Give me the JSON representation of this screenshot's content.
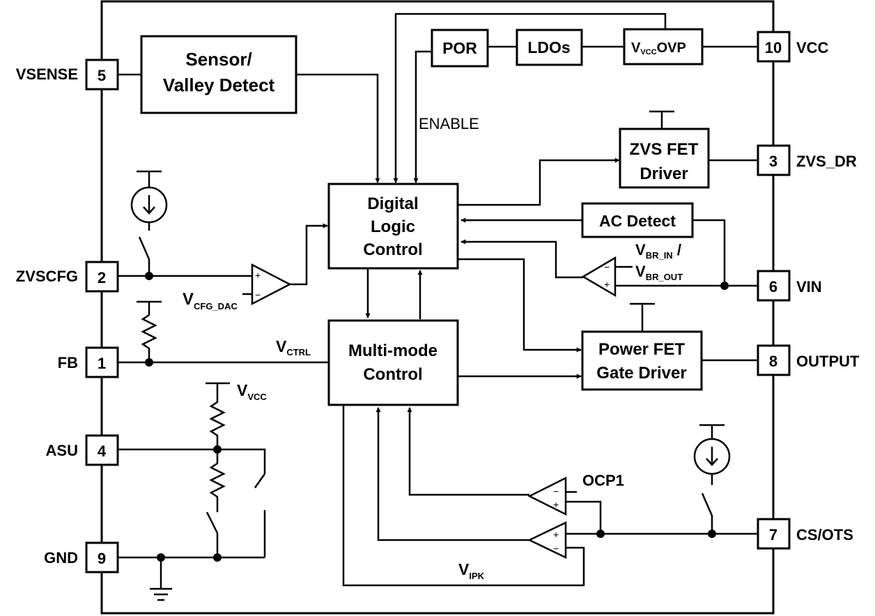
{
  "blocks": {
    "sensor": [
      "Sensor/",
      "Valley Detect"
    ],
    "por": "POR",
    "ldos": "LDOs",
    "vccovp": {
      "main": "V",
      "sub": "VCC",
      "suffix": "OVP"
    },
    "digital": [
      "Digital",
      "Logic",
      "Control"
    ],
    "multimode": [
      "Multi-mode",
      "Control"
    ],
    "zvsfet": [
      "ZVS FET",
      "Driver"
    ],
    "acdetect": "AC Detect",
    "powerfet": [
      "Power FET",
      "Gate Driver"
    ]
  },
  "pins": [
    {
      "num": "5",
      "name": "VSENSE"
    },
    {
      "num": "2",
      "name": "ZVSCFG"
    },
    {
      "num": "1",
      "name": "FB"
    },
    {
      "num": "4",
      "name": "ASU"
    },
    {
      "num": "9",
      "name": "GND"
    },
    {
      "num": "10",
      "name": "VCC"
    },
    {
      "num": "3",
      "name": "ZVS_DR"
    },
    {
      "num": "6",
      "name": "VIN"
    },
    {
      "num": "8",
      "name": "OUTPUT"
    },
    {
      "num": "7",
      "name": "CS/OTS"
    }
  ],
  "labels": {
    "enable": "ENABLE",
    "vcfgdac": {
      "main": "V",
      "sub": "CFG_DAC"
    },
    "vctrl": {
      "main": "V",
      "sub": "CTRL"
    },
    "vvcc": {
      "main": "V",
      "sub": "VCC"
    },
    "vbrin": {
      "main": "V",
      "sub": "BR_IN",
      "suffix": " /"
    },
    "vbrout": {
      "main": "V",
      "sub": "BR_OUT"
    },
    "ocp1": "OCP1",
    "vipk": {
      "main": "V",
      "sub": "IPK"
    },
    "plus": "+",
    "minus": "−"
  }
}
